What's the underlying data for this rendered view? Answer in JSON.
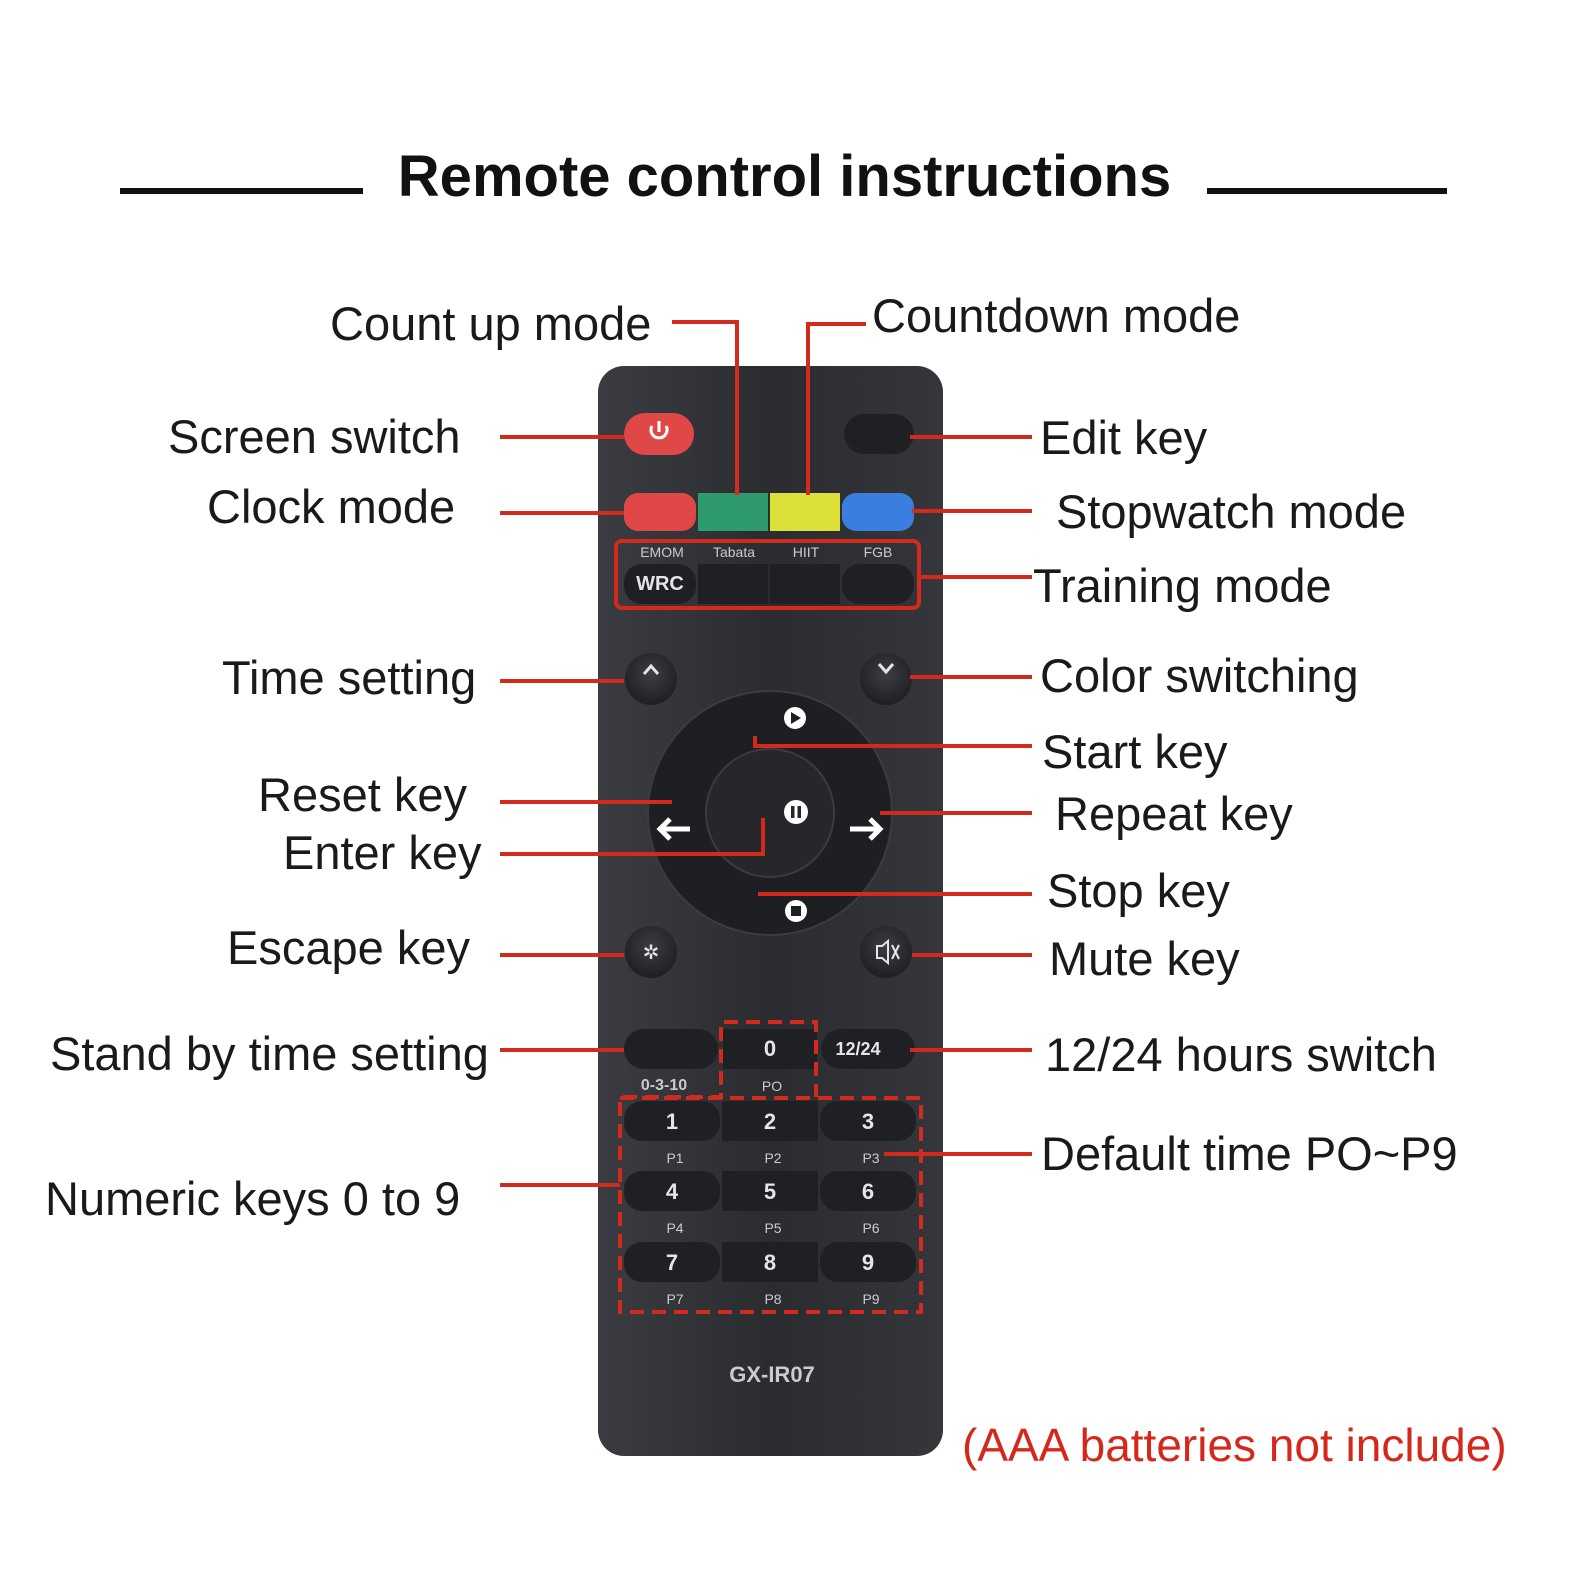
{
  "title": "Remote control instructions",
  "note": "(AAA batteries not include)",
  "model": "GX-IR07",
  "labels": {
    "count_up_mode": "Count up mode",
    "countdown_mode": "Countdown mode",
    "screen_switch": "Screen switch",
    "edit_key": "Edit key",
    "clock_mode": "Clock mode",
    "stopwatch_mode": "Stopwatch mode",
    "training_mode": "Training mode",
    "time_setting": "Time setting",
    "color_switching": "Color switching",
    "start_key": "Start key",
    "reset_key": "Reset key",
    "repeat_key": "Repeat key",
    "enter_key": "Enter key",
    "stop_key": "Stop key",
    "escape_key": "Escape key",
    "mute_key": "Mute key",
    "standby_time_setting": "Stand by time setting",
    "hours_switch": "12/24 hours switch",
    "numeric_keys": "Numeric keys 0 to 9",
    "default_time": "Default time PO~P9"
  },
  "remote": {
    "training_labels": [
      "EMOM",
      "Tabata",
      "HIIT",
      "FGB"
    ],
    "wrc": "WRC",
    "standby_key": "0-3-10",
    "zero_key": "0",
    "zero_sub": "PO",
    "hours_key": "12/24",
    "numeric": [
      {
        "key": "1",
        "sub": "P1"
      },
      {
        "key": "2",
        "sub": "P2"
      },
      {
        "key": "3",
        "sub": "P3"
      },
      {
        "key": "4",
        "sub": "P4"
      },
      {
        "key": "5",
        "sub": "P5"
      },
      {
        "key": "6",
        "sub": "P6"
      },
      {
        "key": "7",
        "sub": "P7"
      },
      {
        "key": "8",
        "sub": "P8"
      },
      {
        "key": "9",
        "sub": "P9"
      }
    ]
  },
  "colors": {
    "leader": "#d22b1d",
    "remote_body": "#2b2d31",
    "key_red": "#e04848",
    "key_green": "#2e9a6e",
    "key_yellow": "#dbe03a",
    "key_blue": "#3a7fe0",
    "note": "#d5281b"
  }
}
